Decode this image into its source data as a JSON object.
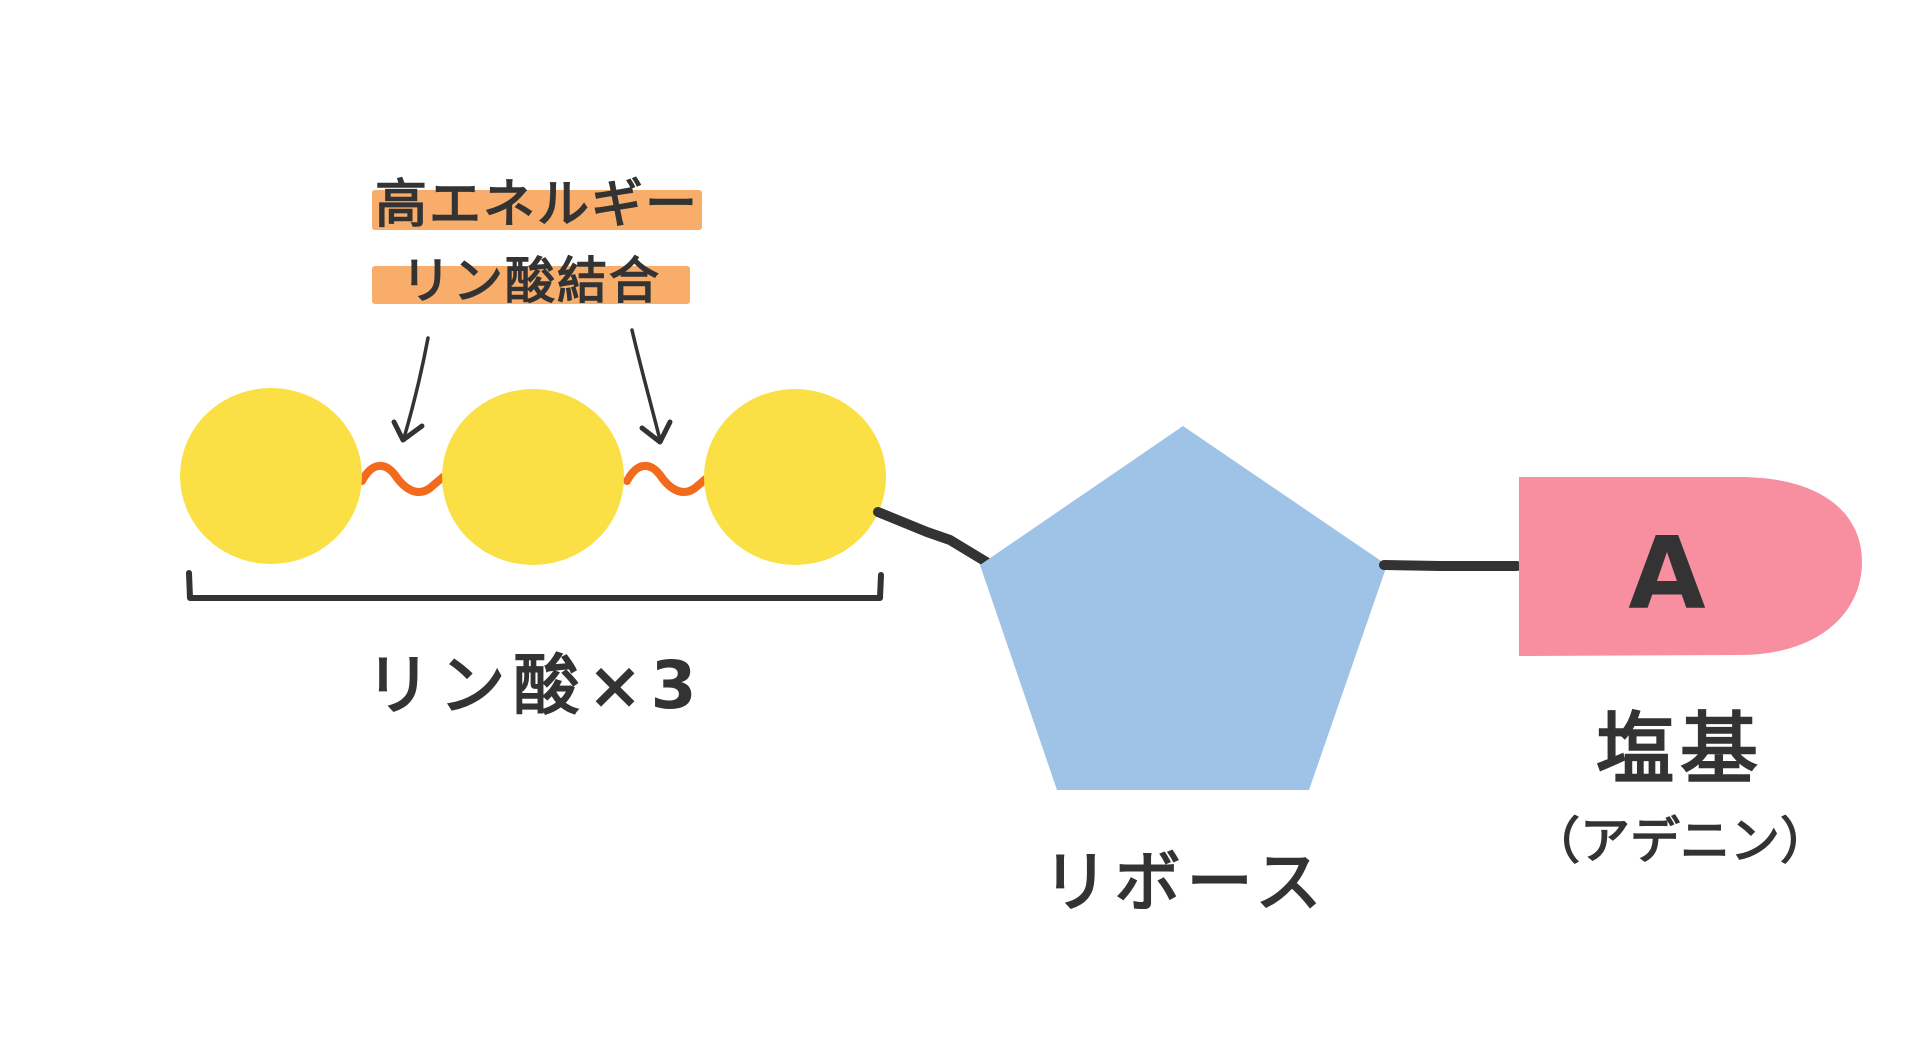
{
  "labels": {
    "high_energy_line1": "高エネルギー",
    "high_energy_line2": "リン酸結合",
    "phosphate_count": "リン酸×3",
    "ribose": "リボース",
    "base": "塩基",
    "base_sub": "（アデニン）",
    "base_letter": "A"
  },
  "colors": {
    "phosphate": "#fae044",
    "bond": "#f26b1d",
    "ribose": "#9ec3e6",
    "base": "#f78fa0",
    "highlight": "#f9ad6b",
    "ink": "#333333"
  }
}
